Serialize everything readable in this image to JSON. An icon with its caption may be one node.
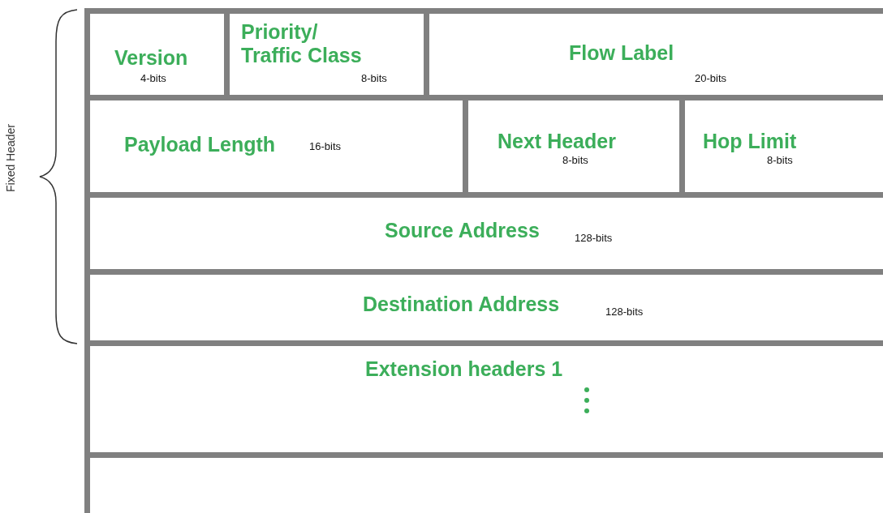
{
  "diagram": {
    "nodes": [
      {
        "text": [
          "Version",
          "4-bits"
        ]
      },
      {
        "text": [
          "Priority/ Traffic Class",
          "8-bits"
        ]
      },
      {
        "text": [
          "Flow Label",
          "20-bits"
        ]
      },
      {
        "text": [
          "Payload Length",
          "16-bits"
        ]
      },
      {
        "text": [
          "Next Header",
          "8-bits"
        ]
      },
      {
        "text": [
          "Hop Limit",
          "8-bits"
        ]
      },
      {
        "text": [
          "Source Address",
          "128-bits"
        ]
      },
      {
        "text": [
          "Destination Address",
          "128-bits"
        ]
      },
      {
        "text": [
          "Extension headers 1"
        ]
      },
      {
        "text": [],
        "shape": "box"
      }
    ],
    "labels": [
      "Fixed Header"
    ]
  }
}
